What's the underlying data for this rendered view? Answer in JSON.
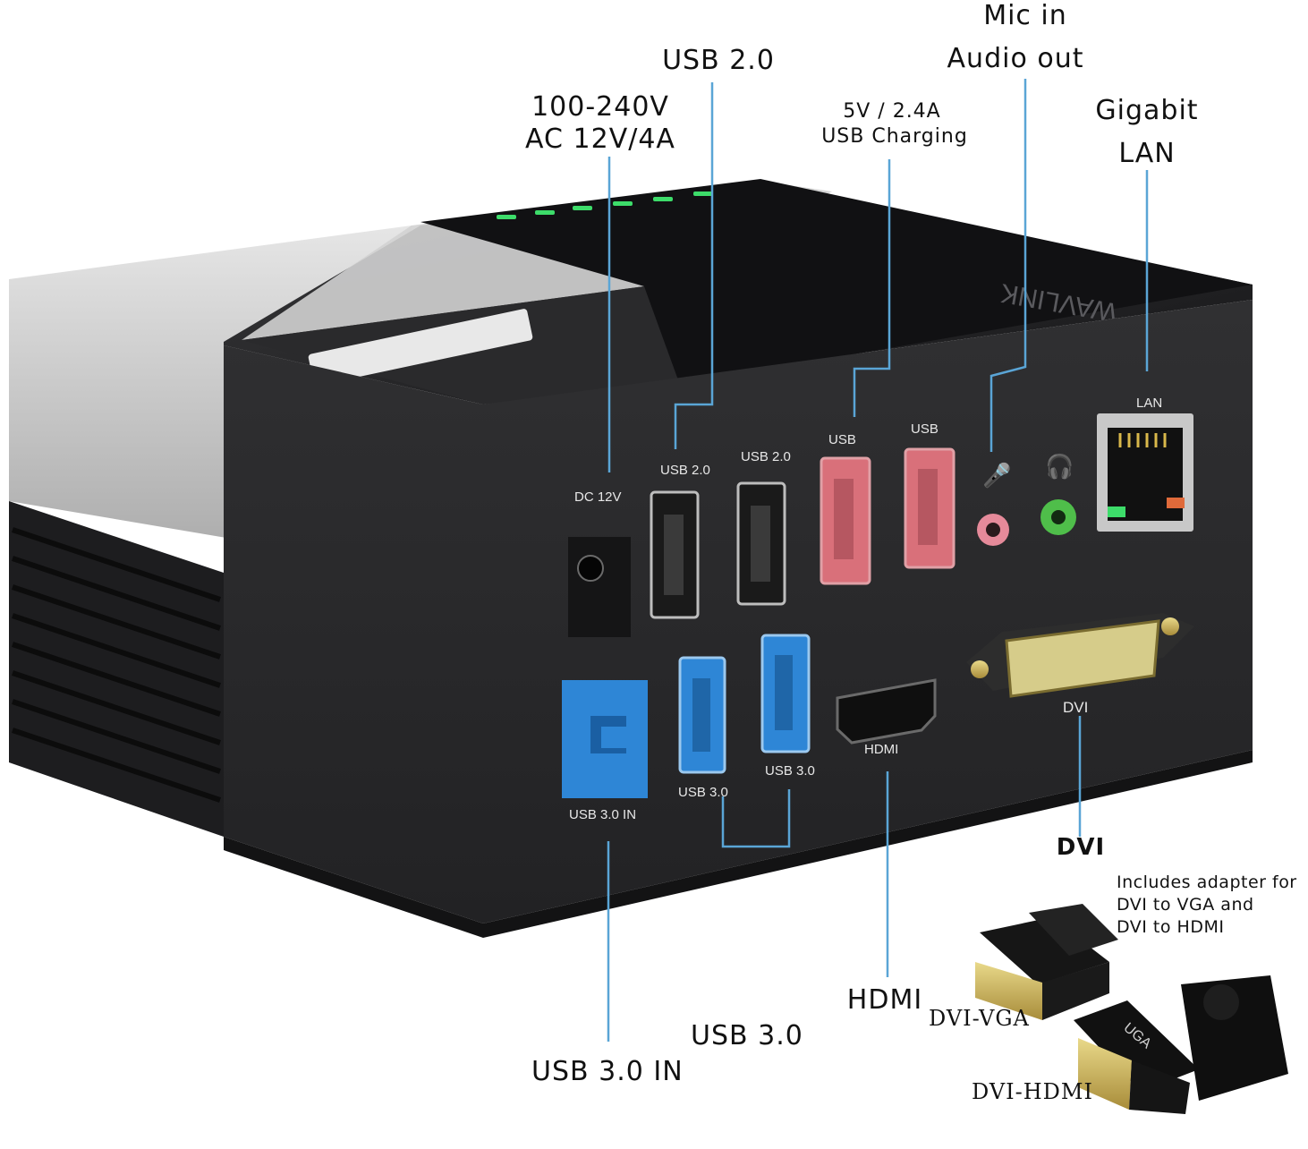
{
  "callouts": {
    "mic_in": "Mic in",
    "audio_out": "Audio out",
    "usb20": "USB 2.0",
    "power_line1": "100-240V",
    "power_line2": "AC 12V/4A",
    "charging_line1": "5V / 2.4A",
    "charging_line2": "USB Charging",
    "gigabit": "Gigabit",
    "lan": "LAN",
    "dvi": "DVI",
    "hdmi": "HDMI",
    "usb30": "USB 3.0",
    "usb30_in": "USB 3.0 IN",
    "adapter_note_line1": "Includes adapter for",
    "adapter_note_line2": "DVI to VGA and",
    "adapter_note_line3": "DVI to HDMI",
    "dvi_vga": "DVI-VGA",
    "dvi_hdmi": "DVI-HDMI"
  },
  "device_ports": {
    "dc": "DC 12V",
    "usb20_a": "USB 2.0",
    "usb20_b": "USB 2.0",
    "usb_charge_a": "USB",
    "usb_charge_b": "USB",
    "lan": "LAN",
    "dvi": "DVI",
    "hdmi": "HDMI",
    "usb30_a": "USB 3.0",
    "usb30_b": "USB 3.0",
    "usb30_in": "USB 3.0 IN"
  },
  "brand_text": "WAVLINK",
  "adapter_tag": "UGA",
  "colors": {
    "device_body": "#2a2a2c",
    "device_top": "#1c1c1e",
    "silver_cap": "#c9c9c9",
    "usb3_blue": "#2e86d6",
    "usb_charge_red": "#d9707a",
    "mic_pink": "#e58a9a",
    "audio_green": "#4fbe4a",
    "callout_line": "#5aa5d6",
    "led_green": "#3ddc6a"
  }
}
